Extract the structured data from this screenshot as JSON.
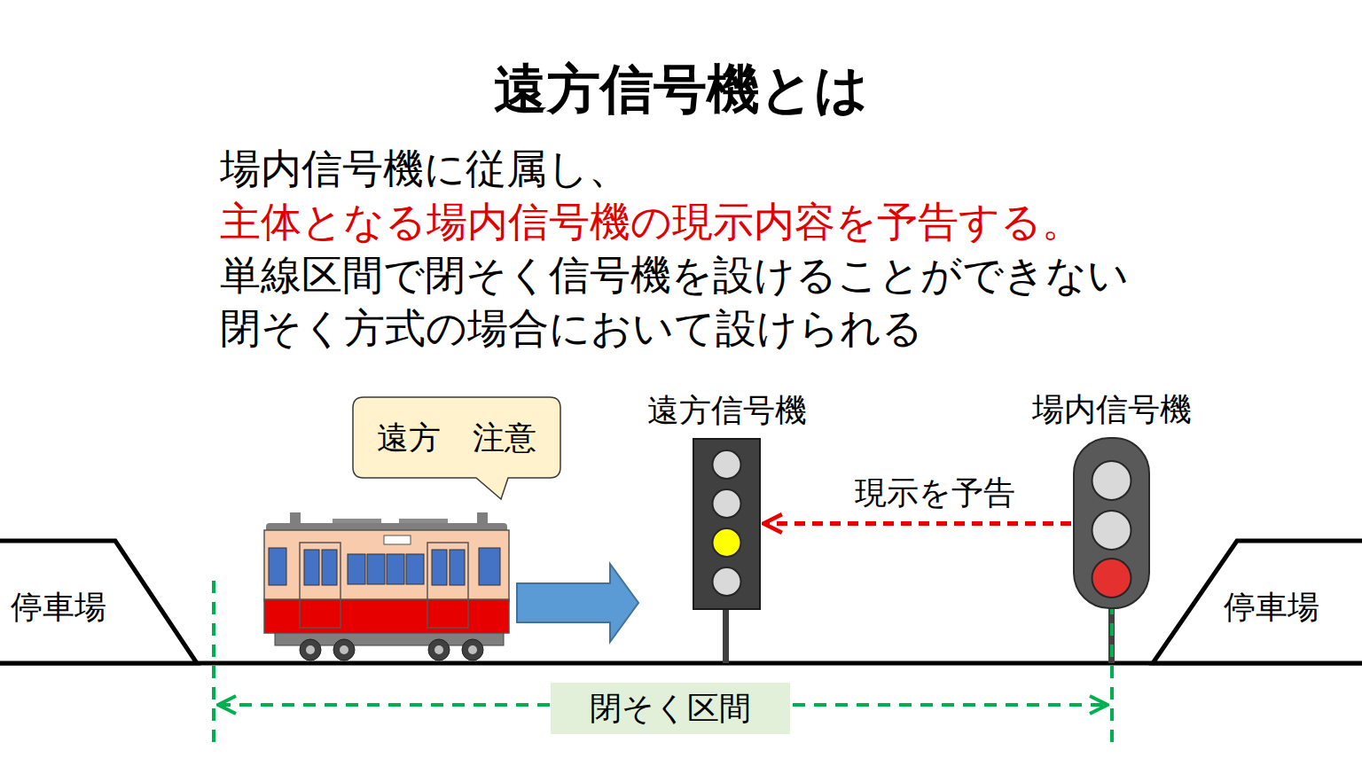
{
  "diagram": {
    "title": "遠方信号機とは",
    "nodes": [
      {
        "text": [
          "遠方　注意"
        ]
      },
      {
        "text": [
          "遠方信号機"
        ]
      },
      {
        "text": [
          "場内信号機"
        ]
      },
      {
        "text": [
          "停車場"
        ]
      },
      {
        "text": [
          "停車場"
        ]
      },
      {
        "text": [
          "閉そく区間"
        ]
      }
    ],
    "edges": [
      {
        "from": 2,
        "to": 1,
        "arrow": "to",
        "label": "現示を予告"
      }
    ],
    "labels": [
      "場内信号機に従属し、",
      "主体となる場内信号機の現示内容を予告する。",
      "単線区間で閉そく信号機を設けることができない 閉そく方式の場合において設けられる"
    ]
  }
}
